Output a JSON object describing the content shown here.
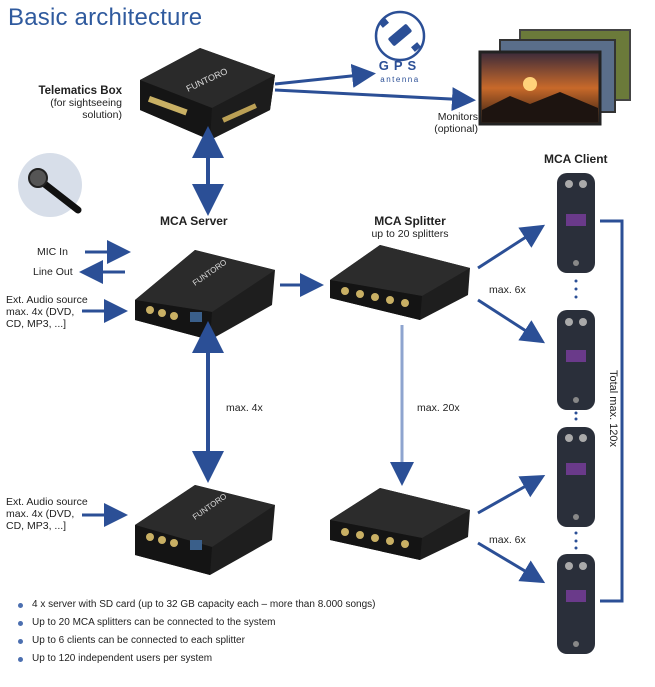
{
  "title": "Basic architecture",
  "telematics": {
    "name": "Telematics Box",
    "sub": "(for sightseeing solution)"
  },
  "gps": {
    "label": "GPS",
    "sub": "antenna"
  },
  "monitors": {
    "line1": "Monitors",
    "line2": "(optional)"
  },
  "server": {
    "name": "MCA Server"
  },
  "splitter": {
    "name": "MCA Splitter",
    "sub": "up to 20 splitters"
  },
  "client": {
    "name": "MCA Client"
  },
  "device_brand": "FUNTORO",
  "inputs": {
    "mic_in": "MIC In",
    "line_out": "Line Out",
    "ext1": [
      "Ext. Audio source",
      "max. 4x (DVD,",
      "CD, MP3, ...]"
    ],
    "ext2": [
      "Ext. Audio source",
      "max. 4x (DVD,",
      "CD, MP3, ...]"
    ]
  },
  "links": {
    "server_max": "max. 4x",
    "splitter_max": "max. 20x",
    "client_max_top": "max. 6x",
    "client_max_bottom": "max. 6x",
    "total": "Total max. 120x"
  },
  "bullets": [
    "4 x server with SD card (up to 32 GB capacity each – more than 8.000 songs)",
    "Up to 20 MCA splitters can be connected to the system",
    "Up to 6 clients can be connected to each splitter",
    "Up to 120 independent users per system"
  ],
  "colors": {
    "title": "#2f5a9e",
    "arrow": "#2b4f96",
    "device": "#1e1e1e",
    "bullet": "#4c6fb0"
  }
}
